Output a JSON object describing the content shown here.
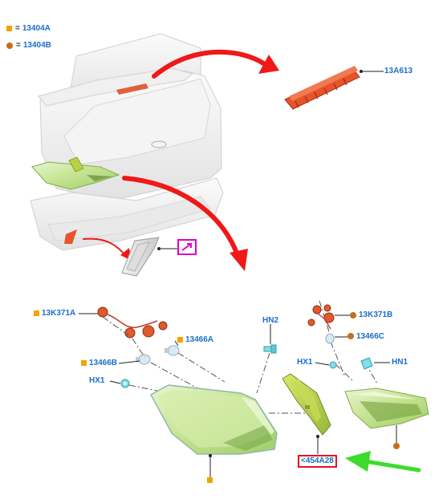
{
  "legend": [
    {
      "marker": "square",
      "color": "#f5a300",
      "separator": "=",
      "code": "13404A"
    },
    {
      "marker": "dot",
      "color": "#c86e1a",
      "separator": "=",
      "code": "13404B"
    }
  ],
  "callouts": {
    "brake_light": "13A613",
    "socket_left": "13K371A",
    "bulb_a": "13466A",
    "bulb_b": "13466B",
    "hx1_left": "HX1",
    "hn2": "HN2",
    "socket_right": "13K371B",
    "bulb_c": "13466C",
    "hx1_right": "HX1",
    "hn1": "HN1",
    "highlighted_part": "<454A28"
  },
  "colors": {
    "part_green": "#cde89a",
    "part_red": "#d9532a",
    "arrow_red": "#f01818",
    "pointer_green": "#3bdc2b",
    "label_blue": "#1a6fc9",
    "highlight_box": "#e8121a",
    "detail_box": "#e000c8"
  }
}
